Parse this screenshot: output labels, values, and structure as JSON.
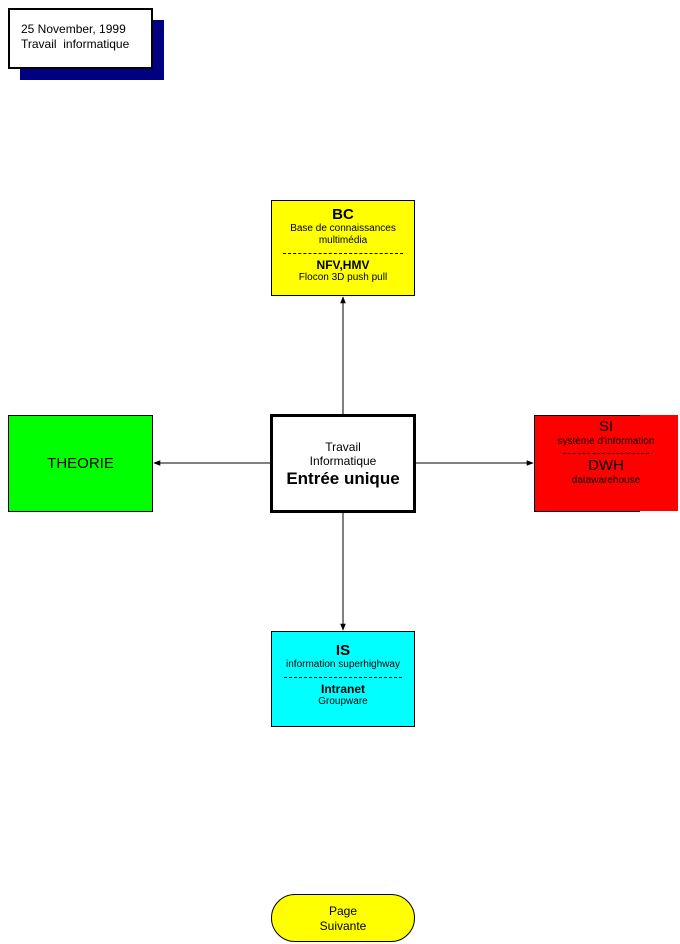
{
  "header": {
    "date": "25 November, 1999",
    "subtitle": "Travail  informatique"
  },
  "center": {
    "line1": "Travail",
    "line2": "Informatique",
    "title": "Entrée unique"
  },
  "top": {
    "title": "BC",
    "desc": "Base de connaissances multimédia",
    "title2": "NFV,HMV",
    "desc2": "Flocon 3D push pull",
    "color": "#ffff00"
  },
  "left": {
    "title": "THEORIE",
    "color": "#00ff00"
  },
  "right": {
    "title": "SI",
    "desc": "système d'information",
    "title2": "DWH",
    "desc2": "datawarehouse",
    "color": "#ff0000"
  },
  "bottom": {
    "title": "IS",
    "desc": "information superhighway",
    "title2": "Intranet",
    "desc2": "Groupware",
    "color": "#00ffff"
  },
  "nav": {
    "line1": "Page",
    "line2": "Suivante",
    "color": "#ffff00"
  }
}
